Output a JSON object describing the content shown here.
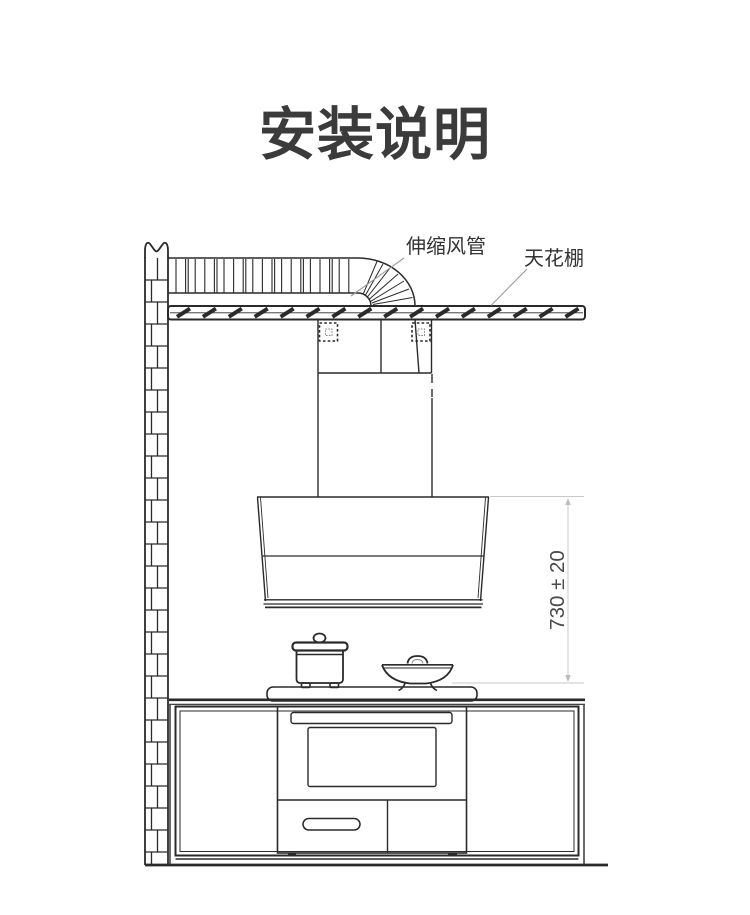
{
  "title": "安装说明",
  "annotations": {
    "duct_label": "伸缩风管",
    "ceiling_label": "天花棚",
    "height_dimension": "730 ± 20"
  },
  "colors": {
    "background": "#ffffff",
    "line": "#2a2a2a",
    "dimension_line": "#c9c9c9",
    "leader_line": "#9a9a9a",
    "title_text": "#3b3b3b",
    "label_text": "#333333",
    "dimension_text": "#4a4a4a"
  },
  "components": [
    "brick-wall",
    "telescopic-duct",
    "duct-elbow",
    "ceiling-panel",
    "hood-flue",
    "mounting-brackets",
    "chimney",
    "range-hood",
    "cooktop",
    "pot",
    "wok",
    "counter",
    "base-cabinet",
    "oven-unit",
    "drawer",
    "floor"
  ]
}
